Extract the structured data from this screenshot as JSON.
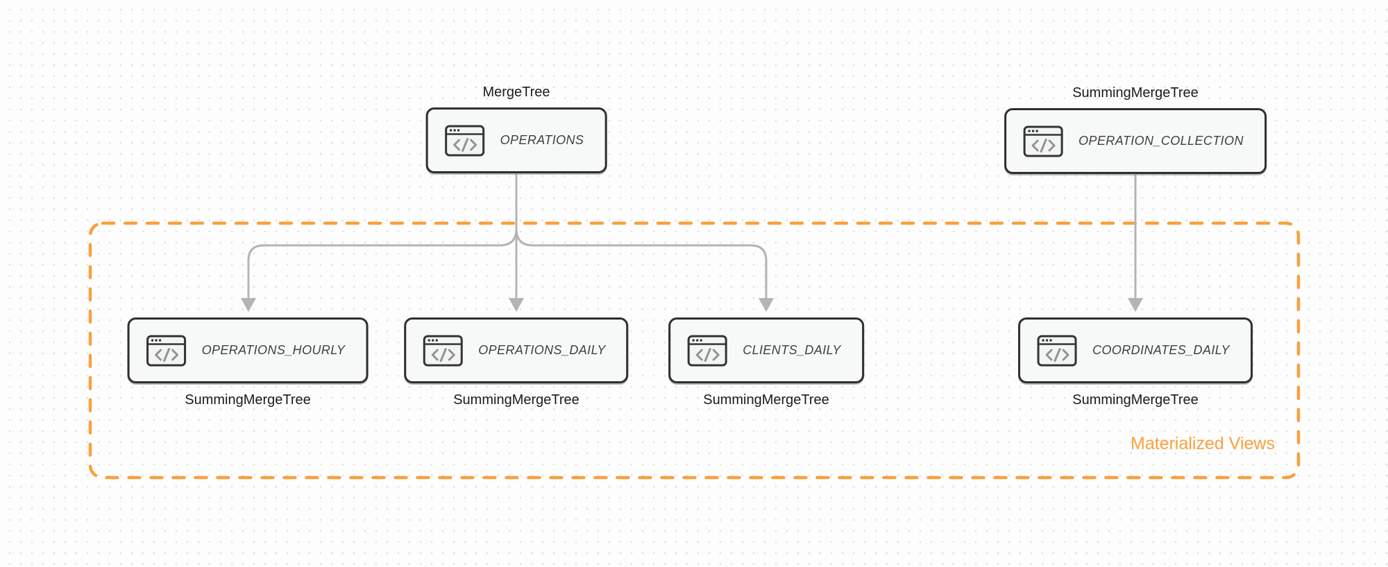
{
  "diagram": {
    "group": {
      "label": "Materialized Views",
      "border_color": "#F8A13C",
      "label_color": "#F8A13C"
    },
    "colors": {
      "background": "#fdfdfe",
      "grid_dot": "#e4e4e8",
      "arrow": "#b4b4b4",
      "node_border": "#2e2e2e",
      "node_fill": "#f7f8f8",
      "engine_label_text": "#1b1b1d",
      "table_name_text": "#3f3f41",
      "icon_stroke": "#333333",
      "icon_glyph": "#929292"
    },
    "icon": {
      "name": "code-window-icon",
      "glyph": "</>"
    },
    "nodes": [
      {
        "id": "operations",
        "table": "OPERATIONS",
        "engine": "MergeTree"
      },
      {
        "id": "operation_collection",
        "table": "OPERATION_COLLECTION",
        "engine": "SummingMergeTree"
      },
      {
        "id": "operations_hourly",
        "table": "OPERATIONS_HOURLY",
        "engine": "SummingMergeTree"
      },
      {
        "id": "operations_daily",
        "table": "OPERATIONS_DAILY",
        "engine": "SummingMergeTree"
      },
      {
        "id": "clients_daily",
        "table": "CLIENTS_DAILY",
        "engine": "SummingMergeTree"
      },
      {
        "id": "coordinates_daily",
        "table": "COORDINATES_DAILY",
        "engine": "SummingMergeTree"
      }
    ],
    "edges": [
      {
        "from": "operations",
        "to": "operations_hourly"
      },
      {
        "from": "operations",
        "to": "operations_daily"
      },
      {
        "from": "operations",
        "to": "clients_daily"
      },
      {
        "from": "operation_collection",
        "to": "coordinates_daily"
      }
    ]
  }
}
